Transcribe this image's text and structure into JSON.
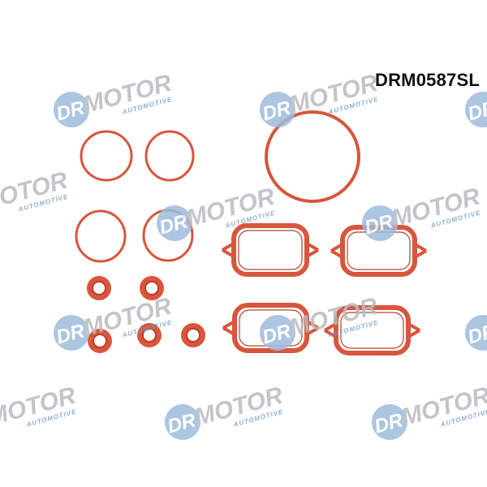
{
  "product": {
    "code": "DRM0587SL"
  },
  "watermark": {
    "brand": "DR.MOTOR",
    "dr": "DR",
    "motor": "MOTOR",
    "sub": "AUTOMOTIVE"
  },
  "colors": {
    "gasket": "#d9553c",
    "gasket_dark": "#b8402c",
    "logo_circle": "#9ebcdc",
    "logo_text": "#b9bcc0"
  }
}
